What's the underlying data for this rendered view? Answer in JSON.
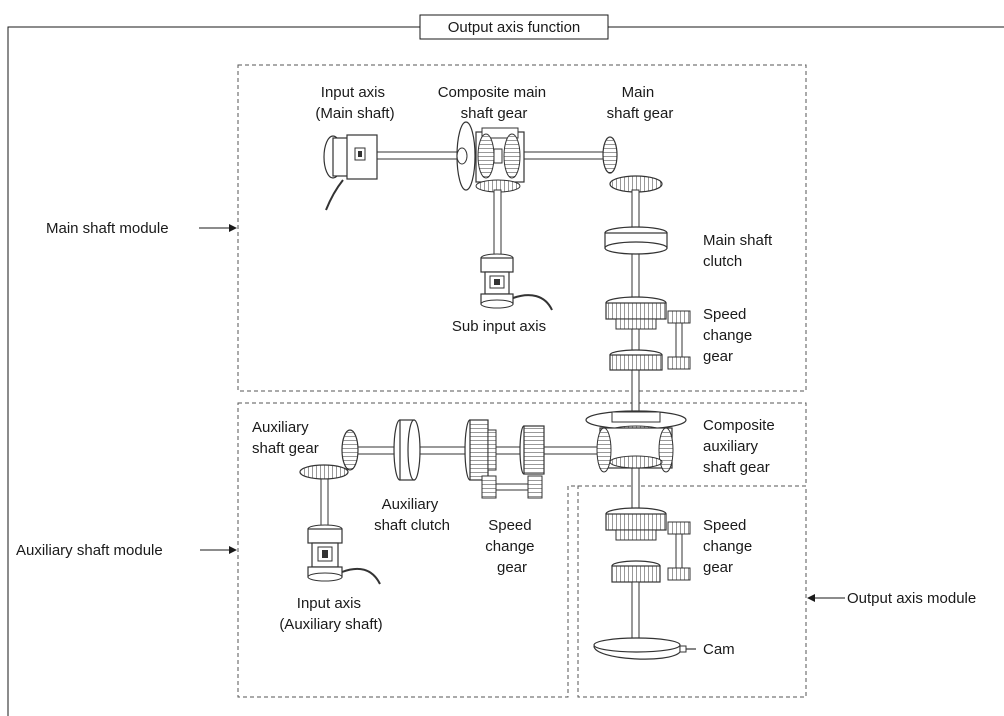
{
  "title": "Output axis function",
  "modules": {
    "main": "Main shaft module",
    "auxiliary": "Auxiliary shaft module",
    "output": "Output axis module"
  },
  "labels": {
    "input_axis_main": [
      "Input axis",
      "(Main shaft)"
    ],
    "composite_main_gear": [
      "Composite main",
      "shaft gear"
    ],
    "main_shaft_gear": [
      "Main",
      "shaft gear"
    ],
    "main_shaft_clutch": [
      "Main shaft",
      "clutch"
    ],
    "sub_input_axis": [
      "Sub input axis"
    ],
    "speed_change_gear_main": [
      "Speed",
      "change",
      "gear"
    ],
    "auxiliary_shaft_gear": [
      "Auxiliary",
      "shaft gear"
    ],
    "auxiliary_shaft_clutch": [
      "Auxiliary",
      "shaft clutch"
    ],
    "speed_change_gear_aux": [
      "Speed",
      "change",
      "gear"
    ],
    "composite_aux_gear": [
      "Composite",
      "auxiliary",
      "shaft gear"
    ],
    "input_axis_aux": [
      "Input axis",
      "(Auxiliary shaft)"
    ],
    "speed_change_gear_out": [
      "Speed",
      "change",
      "gear"
    ],
    "cam": [
      "Cam"
    ]
  }
}
